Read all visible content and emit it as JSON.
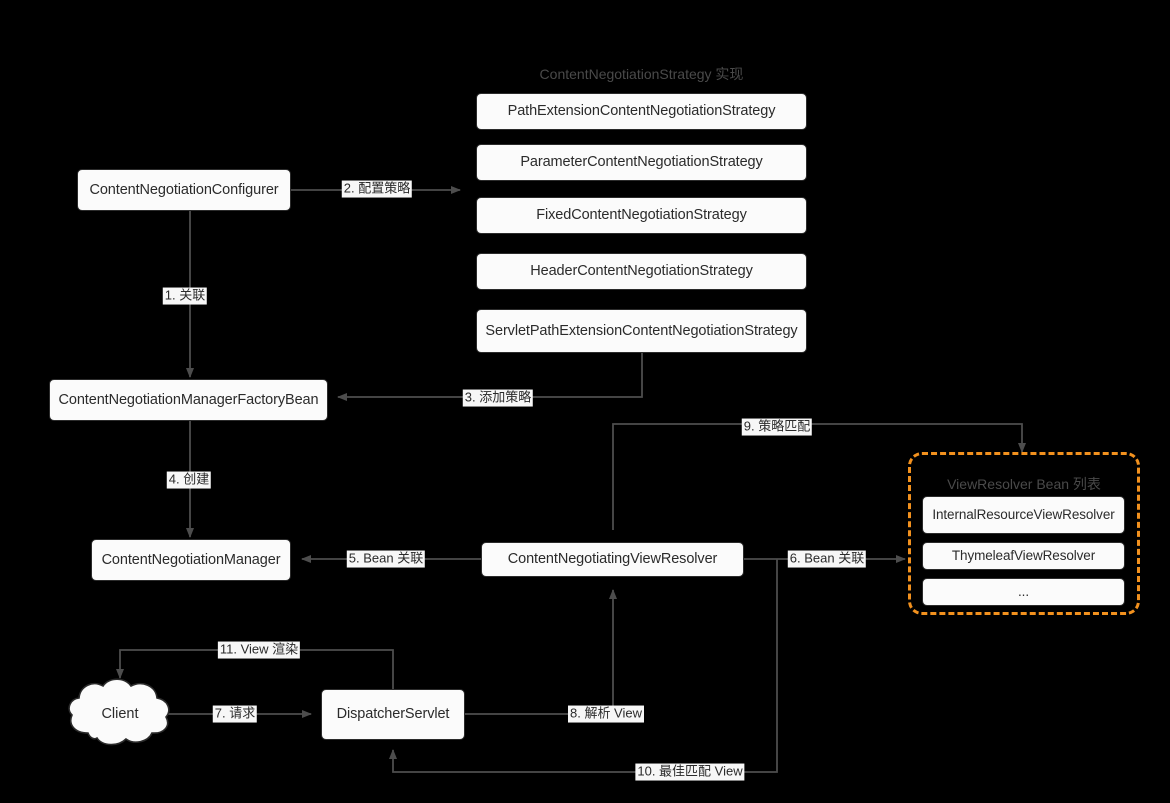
{
  "diagram": {
    "title_group_strategy": "ContentNegotiationStrategy 实现",
    "title_group_viewresolver": "ViewResolver Bean 列表",
    "accent_color": "#f2911e",
    "node_fill": "#fbfbfb",
    "node_border": "#2b2b2b",
    "line_color": "#4d4d4d",
    "background": "#000000"
  },
  "nodes": {
    "path_extension_strategy": "PathExtensionContentNegotiationStrategy",
    "parameter_strategy": "ParameterContentNegotiationStrategy",
    "fixed_strategy": "FixedContentNegotiationStrategy",
    "header_strategy": "HeaderContentNegotiationStrategy",
    "servlet_path_extension_strategy": "ServletPathExtensionContentNegotiationStrategy",
    "content_negotiation_configurer": "ContentNegotiationConfigurer",
    "content_negotiation_manager_factory_bean": "ContentNegotiationManagerFactoryBean",
    "content_negotiation_manager": "ContentNegotiationManager",
    "content_negotiating_view_resolver": "ContentNegotiatingViewResolver",
    "dispatcher_servlet": "DispatcherServlet",
    "client": "Client",
    "internal_resource_view_resolver": "InternalResourceViewResolver",
    "thymeleaf_view_resolver": "ThymeleafViewResolver",
    "more_view_resolvers": "..."
  },
  "edges": [
    {
      "id": "e1",
      "label": "1. 关联"
    },
    {
      "id": "e2",
      "label": "2. 配置策略"
    },
    {
      "id": "e3",
      "label": "3. 添加策略"
    },
    {
      "id": "e4",
      "label": "4. 创建"
    },
    {
      "id": "e5",
      "label": "5. Bean 关联"
    },
    {
      "id": "e6",
      "label": "6. Bean 关联"
    },
    {
      "id": "e7",
      "label": "7. 请求"
    },
    {
      "id": "e8",
      "label": "8. 解析 View"
    },
    {
      "id": "e9",
      "label": "9. 策略匹配"
    },
    {
      "id": "e10",
      "label": "10. 最佳匹配 View"
    },
    {
      "id": "e11",
      "label": "11. View 渲染"
    }
  ]
}
